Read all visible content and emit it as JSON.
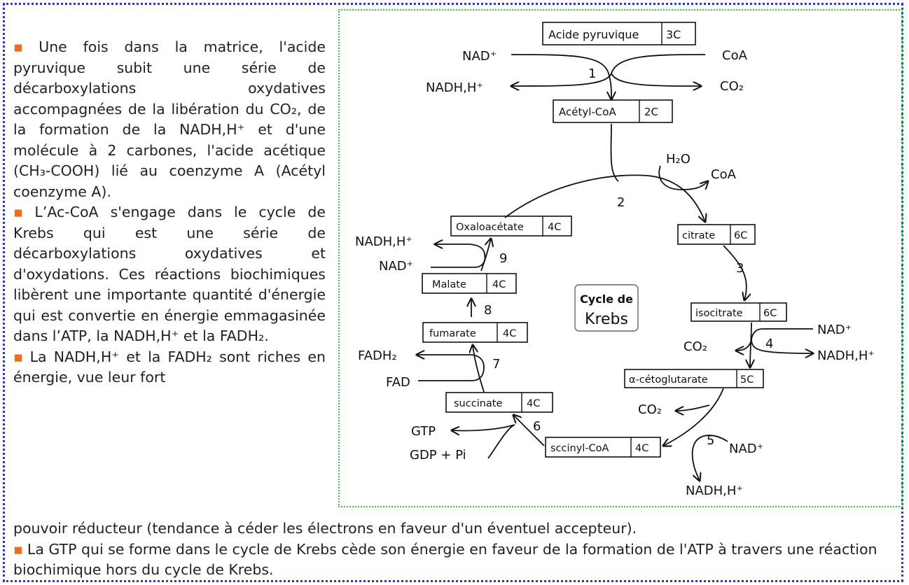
{
  "paragraphs_left": [
    "Une fois dans la matrice, l'acide pyruvique subit une série de décarboxylations oxydatives accompagnées de la libération du CO₂, de la formation de la NADH,H⁺ et d'une molécule à 2 carbones, l'acide acétique (CH₃-COOH) lié au coenzyme A (Acétyl coenzyme A).",
    "L’Ac-CoA s'engage dans le cycle de Krebs qui est une série de décarboxylations oxydatives et d'oxydations. Ces réactions biochimiques libèrent une importante quantité d'énergie qui est convertie en énergie emmagasinée dans l’ATP, la NADH,H⁺ et la FADH₂.",
    "La NADH,H⁺ et la FADH₂ sont riches en énergie, vue leur fort"
  ],
  "paragraphs_bottom": [
    "pouvoir réducteur (tendance à céder les électrons en faveur d'un éventuel accepteur).",
    "La GTP qui se forme dans le cycle de Krebs cède son énergie en faveur de la formation de l'ATP à travers une réaction biochimique hors du cycle de Krebs."
  ],
  "diagram": {
    "center_label_1": "Cycle de",
    "center_label_2": "Krebs",
    "molecules": {
      "pyruvate": {
        "name": "Acide pyruvique",
        "carbons": "3C"
      },
      "acetylcoa": {
        "name": "Acétyl-CoA",
        "carbons": "2C"
      },
      "citrate": {
        "name": "citrate",
        "carbons": "6C"
      },
      "isocitrate": {
        "name": "isocitrate",
        "carbons": "6C"
      },
      "alphakg": {
        "name": "α-cétoglutarate",
        "carbons": "5C"
      },
      "succinylcoa": {
        "name": "sccinyl-CoA",
        "carbons": "4C"
      },
      "succinate": {
        "name": "succinate",
        "carbons": "4C"
      },
      "fumarate": {
        "name": "fumarate",
        "carbons": "4C"
      },
      "malate": {
        "name": "Malate",
        "carbons": "4C"
      },
      "oxaloacetate": {
        "name": "Oxaloacétate",
        "carbons": "4C"
      }
    },
    "labels": {
      "nad_plus": "NAD⁺",
      "nadh": "NADH,H⁺",
      "coa": "CoA",
      "co2": "CO₂",
      "h2o": "H₂O",
      "fadh2": "FADH₂",
      "fad": "FAD",
      "gtp": "GTP",
      "gdp": "GDP + Pi"
    },
    "steps": [
      "1",
      "2",
      "3",
      "4",
      "5",
      "6",
      "7",
      "8",
      "9"
    ]
  }
}
